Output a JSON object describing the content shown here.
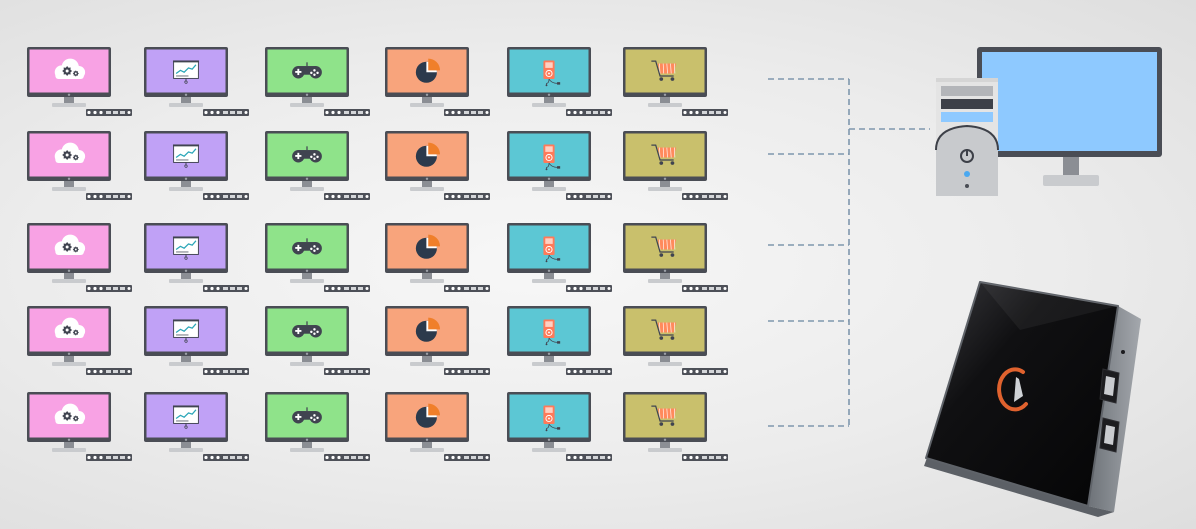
{
  "colors": {
    "monitor_frame": "#4a4d55",
    "stand": "#8b8e94",
    "stand_base": "#c9cbce",
    "connector_line": "#7f97ad",
    "screen_blue": "#8ec9ff",
    "tower_body": "#e4e4e4",
    "box_body": "#0d0d0f",
    "box_edge": "#7f848a"
  },
  "columns": [
    {
      "app": "cloud-settings",
      "screen": "#f8a2e4",
      "icon": "cloud-gears-icon"
    },
    {
      "app": "analytics",
      "screen": "#c0a1f6",
      "icon": "line-chart-presentation-icon"
    },
    {
      "app": "gaming",
      "screen": "#8fe38a",
      "icon": "gamepad-icon"
    },
    {
      "app": "reports",
      "screen": "#f8a47c",
      "icon": "pie-chart-icon"
    },
    {
      "app": "music",
      "screen": "#5cc7d4",
      "icon": "music-player-icon"
    },
    {
      "app": "shopping",
      "screen": "#c9c06c",
      "icon": "shopping-cart-icon"
    }
  ],
  "rows": 5,
  "host": {
    "desktop_icon": "desktop-computer-icon",
    "tower_icon": "power-button-icon",
    "device_icon": "mini-pc-box-icon",
    "usb_ports": 2
  }
}
